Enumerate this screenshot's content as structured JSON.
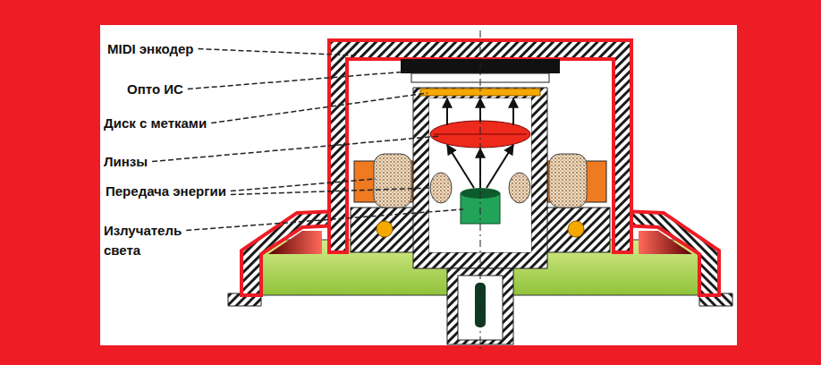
{
  "diagram": {
    "labels": [
      "MIDI энкодер",
      "Опто ИС",
      "Диск с метками",
      "Линзы",
      "Передача энергии",
      "Излучатель света"
    ]
  }
}
